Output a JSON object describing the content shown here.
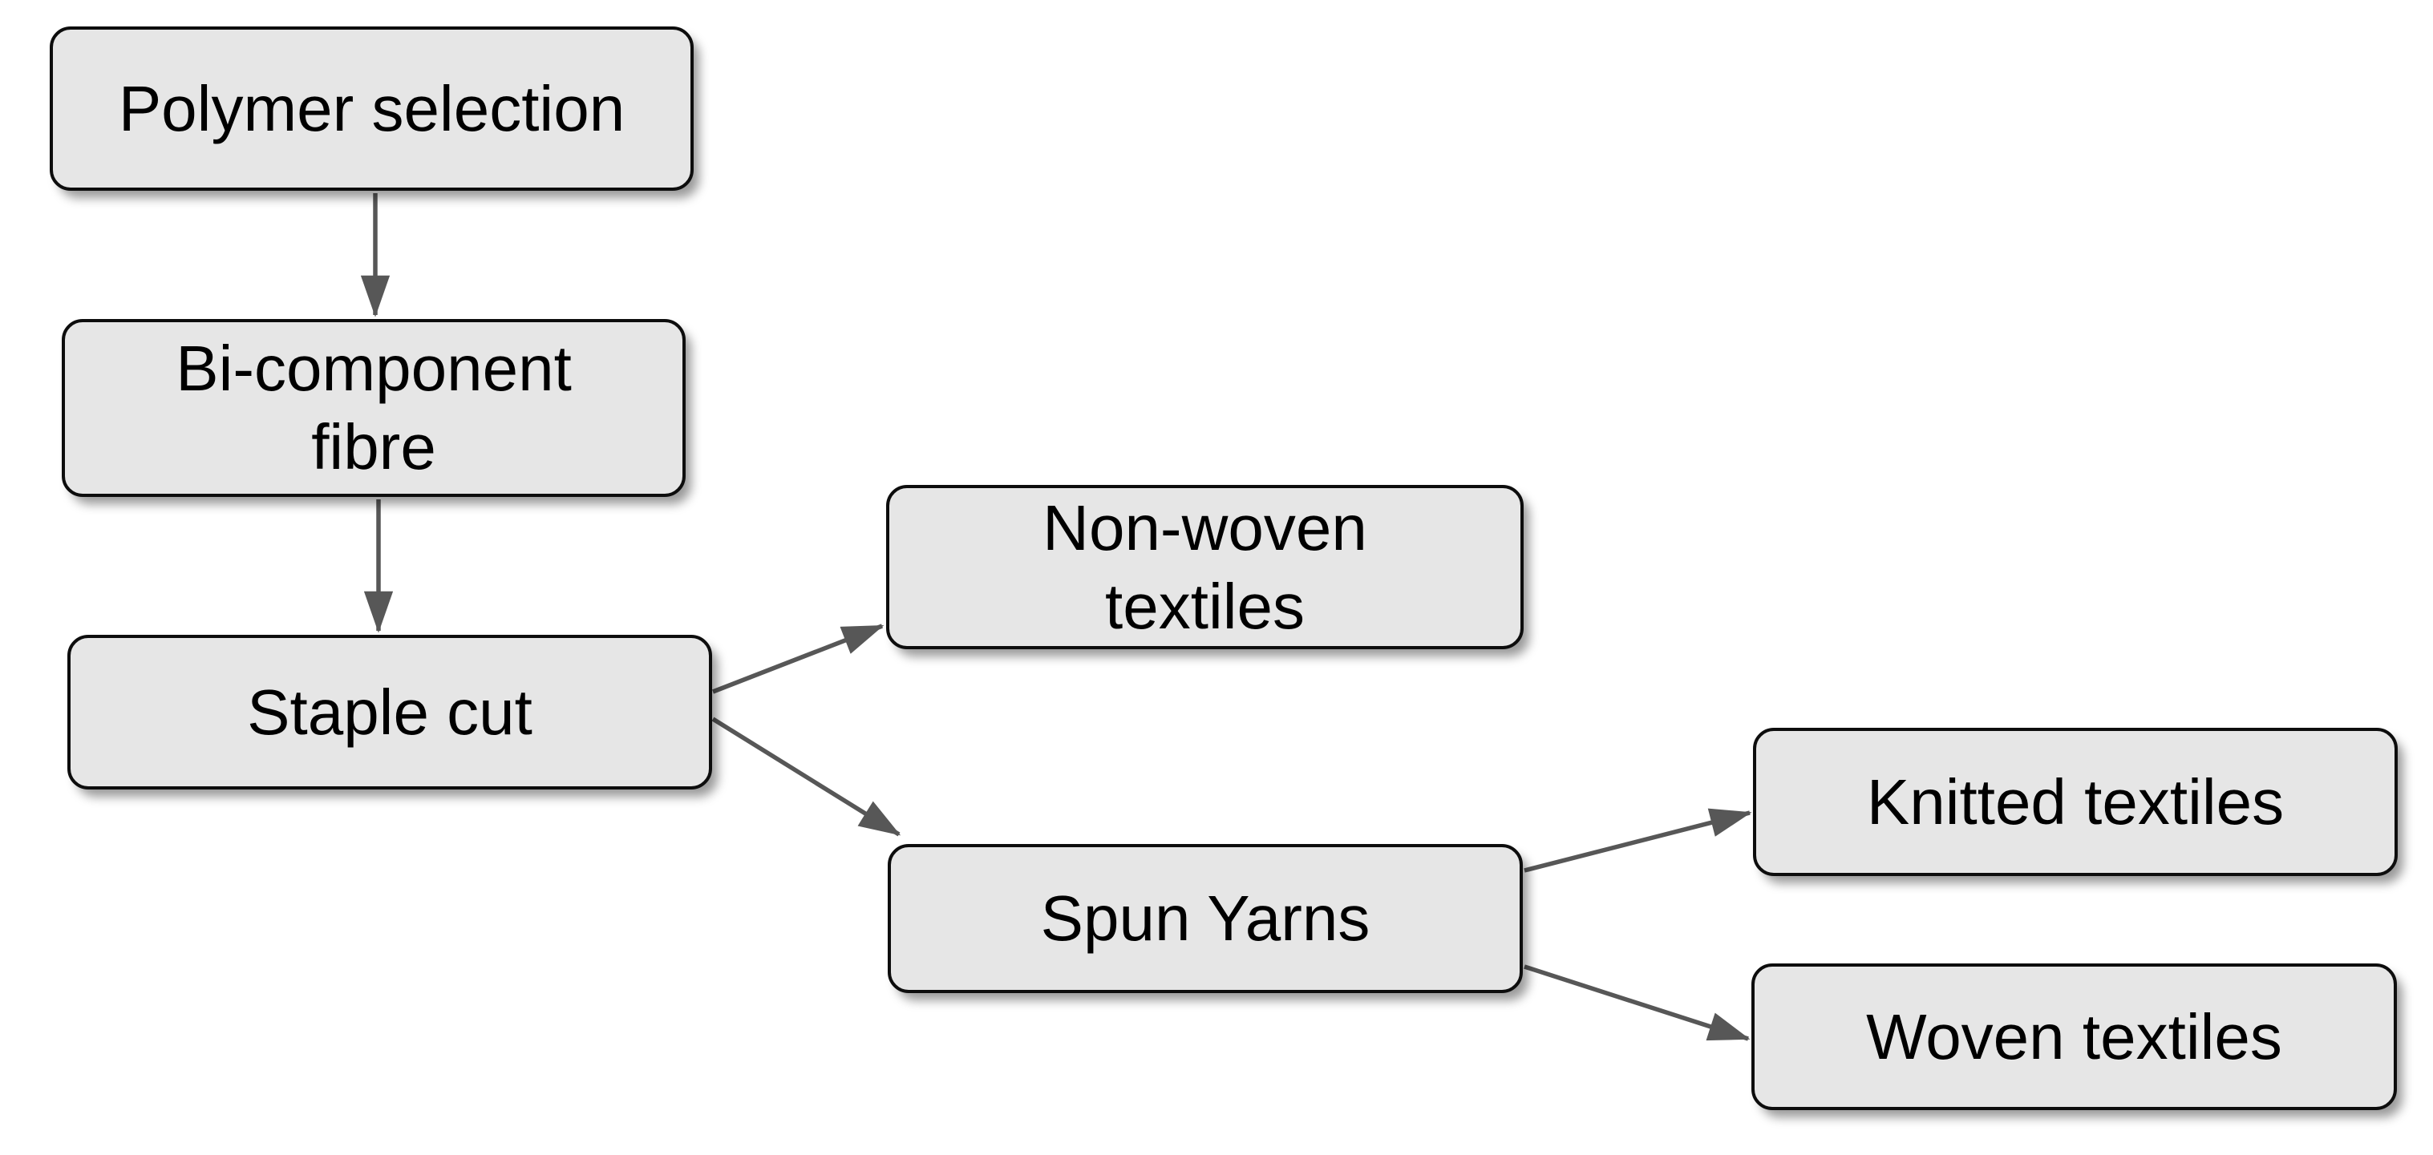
{
  "diagram": {
    "type": "flowchart",
    "nodes": {
      "polymer_selection": {
        "label": "Polymer selection"
      },
      "bi_component_fibre": {
        "label": "Bi-component\nfibre"
      },
      "staple_cut": {
        "label": "Staple cut"
      },
      "non_woven_textiles": {
        "label": "Non-woven\ntextiles"
      },
      "spun_yarns": {
        "label": "Spun Yarns"
      },
      "knitted_textiles": {
        "label": "Knitted textiles"
      },
      "woven_textiles": {
        "label": "Woven textiles"
      }
    },
    "edges": [
      {
        "from": "polymer_selection",
        "to": "bi_component_fibre"
      },
      {
        "from": "bi_component_fibre",
        "to": "staple_cut"
      },
      {
        "from": "staple_cut",
        "to": "non_woven_textiles"
      },
      {
        "from": "staple_cut",
        "to": "spun_yarns"
      },
      {
        "from": "spun_yarns",
        "to": "knitted_textiles"
      },
      {
        "from": "spun_yarns",
        "to": "woven_textiles"
      }
    ],
    "colors": {
      "background": "#ffffff",
      "node_fill": "#e6e6e6",
      "node_border": "#0d0d0d",
      "node_text": "#000000",
      "arrow": "#575757"
    }
  }
}
